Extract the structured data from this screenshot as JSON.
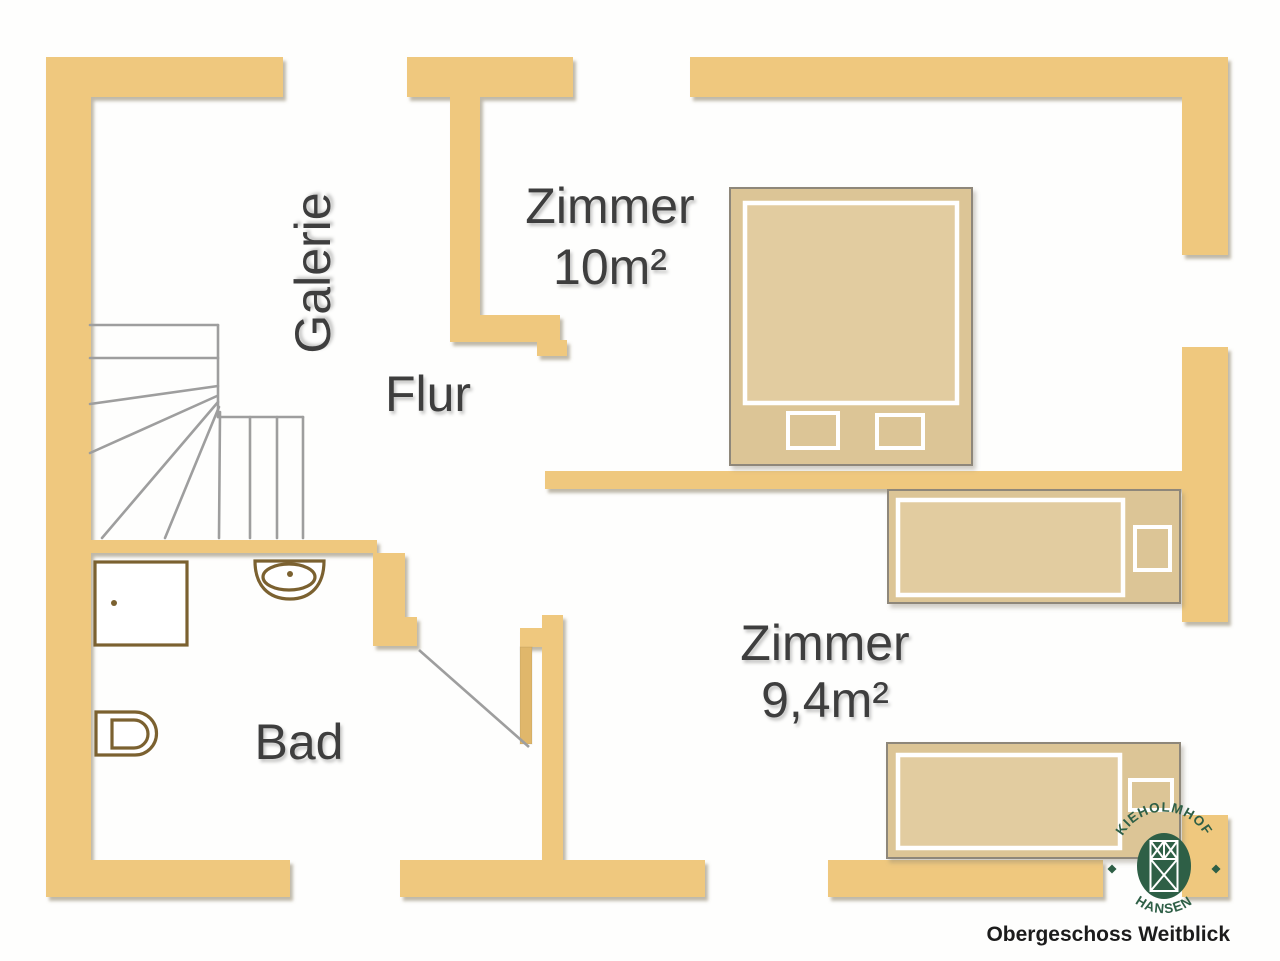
{
  "floorplan": {
    "rooms": [
      {
        "id": "galerie",
        "label": "Galerie",
        "area": ""
      },
      {
        "id": "zimmer10",
        "label": "Zimmer",
        "area": "10m²"
      },
      {
        "id": "flur",
        "label": "Flur",
        "area": ""
      },
      {
        "id": "bad",
        "label": "Bad",
        "area": ""
      },
      {
        "id": "zimmer94",
        "label": "Zimmer",
        "area": "9,4m²"
      }
    ],
    "furniture": [
      "double-bed",
      "single-bed",
      "single-bed",
      "winder-staircase",
      "shower",
      "sink",
      "toilet",
      "door"
    ]
  },
  "logo": {
    "arc_top": "KIEHOLMHOF",
    "arc_bottom": "HANSEN"
  },
  "caption": "Obergeschoss Weitblick",
  "colors": {
    "wall": "#EFC87E",
    "bed": "#DCC596",
    "bed_inner": "#E2CCA0",
    "fixture_outline": "#7B6130",
    "stair_line": "#9E9E9E",
    "label_text": "#3E3E3E",
    "logo_green": "#2E5F46",
    "caption_text": "#1C1C1C",
    "door_leaf": "#E0B76B"
  }
}
